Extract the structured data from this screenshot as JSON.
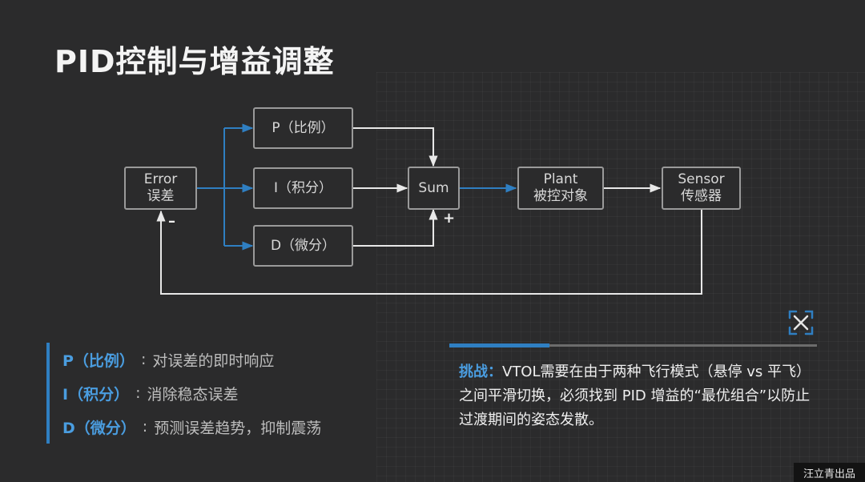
{
  "title": "PID控制与增益调整",
  "diagram": {
    "nodes": {
      "error": {
        "line1": "Error",
        "line2": "误差"
      },
      "p": {
        "label": "P（比例）"
      },
      "i": {
        "label": "I（积分）"
      },
      "d": {
        "label": "D（微分）"
      },
      "sum": {
        "label": "Sum"
      },
      "plant": {
        "line1": "Plant",
        "line2": "被控对象"
      },
      "sensor": {
        "line1": "Sensor",
        "line2": "传感器"
      }
    },
    "signs": {
      "minus": "–",
      "plus": "+"
    },
    "colors": {
      "arrow": "#2f7fc2",
      "box_border": "#9a9a9a"
    }
  },
  "legend": [
    {
      "term": "P（比例）",
      "colon": ":",
      "desc": "对误差的即时响应"
    },
    {
      "term": "I（积分）",
      "colon": ":",
      "desc": "消除稳态误差"
    },
    {
      "term": "D（微分）",
      "colon": ":",
      "desc": "预测误差趋势，抑制震荡"
    }
  ],
  "callout": {
    "label": "挑战：",
    "text": "VTOL需要在由于两种飞行模式（悬停 vs 平飞）之间平滑切换，必须找到 PID 增益的“最优组合”以防止过渡期间的姿态发散。"
  },
  "corner_icon": "expand-arrows-icon",
  "credit": "汪立青出品"
}
